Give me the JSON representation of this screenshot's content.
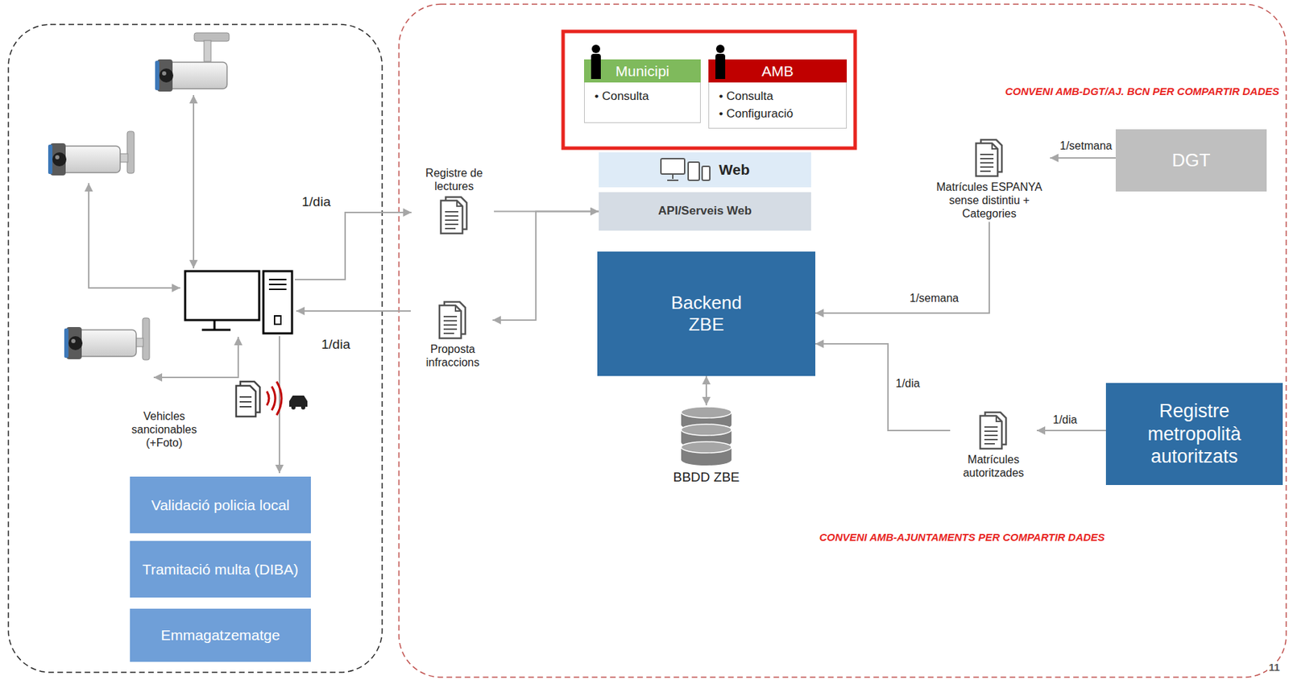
{
  "diagram": {
    "nodes": [
      {
        "text": [
          "Municipi",
          "• Consulta"
        ]
      },
      {
        "text": [
          "AMB",
          "• Consulta",
          "• Configuració"
        ]
      },
      {
        "text": [
          "Registre de lectures"
        ]
      },
      {
        "text": [
          "Web"
        ]
      },
      {
        "text": [
          "API/Serveis Web"
        ]
      },
      {
        "text": [
          "DGT"
        ]
      },
      {
        "text": [
          "Matrícules ESPANYA sense distintiu + Categories"
        ]
      },
      {
        "text": [
          "Backend ZBE"
        ]
      },
      {
        "text": [
          "Proposta infraccions"
        ]
      },
      {
        "text": [
          "Vehicles sancionables (+Foto)"
        ]
      },
      {
        "text": [
          "BBDD ZBE"
        ]
      },
      {
        "text": [
          "Registre metropolità autoritzats"
        ]
      },
      {
        "text": [
          "Matrícules autoritzades"
        ]
      },
      {
        "text": [
          "Validació policia local"
        ]
      },
      {
        "text": [
          "Tramitació multa (DIBA)"
        ]
      },
      {
        "text": [
          "Emmagatzematge"
        ]
      }
    ],
    "edges": [
      {
        "from": 2,
        "to": 4,
        "arrow": "to"
      },
      {
        "from": 4,
        "to": 8,
        "arrow": "to"
      },
      {
        "from": 5,
        "to": 6,
        "label": "1/setmana",
        "arrow": "to"
      },
      {
        "from": 6,
        "to": 7,
        "label": "1/semana",
        "arrow": "to"
      },
      {
        "from": 11,
        "to": 12,
        "label": "1/dia",
        "arrow": "to"
      },
      {
        "from": 12,
        "to": 7,
        "label": "1/dia",
        "arrow": "to"
      },
      {
        "from": 7,
        "to": 10,
        "arrow": "both"
      }
    ],
    "labels": [
      "1/dia",
      "1/dia",
      "CONVENI AMB-DGT/AJ. BCN PER COMPARTIR DADES",
      "CONVENI AMB-AJUNTAMENTS PER COMPARTIR DADES",
      "11"
    ]
  }
}
